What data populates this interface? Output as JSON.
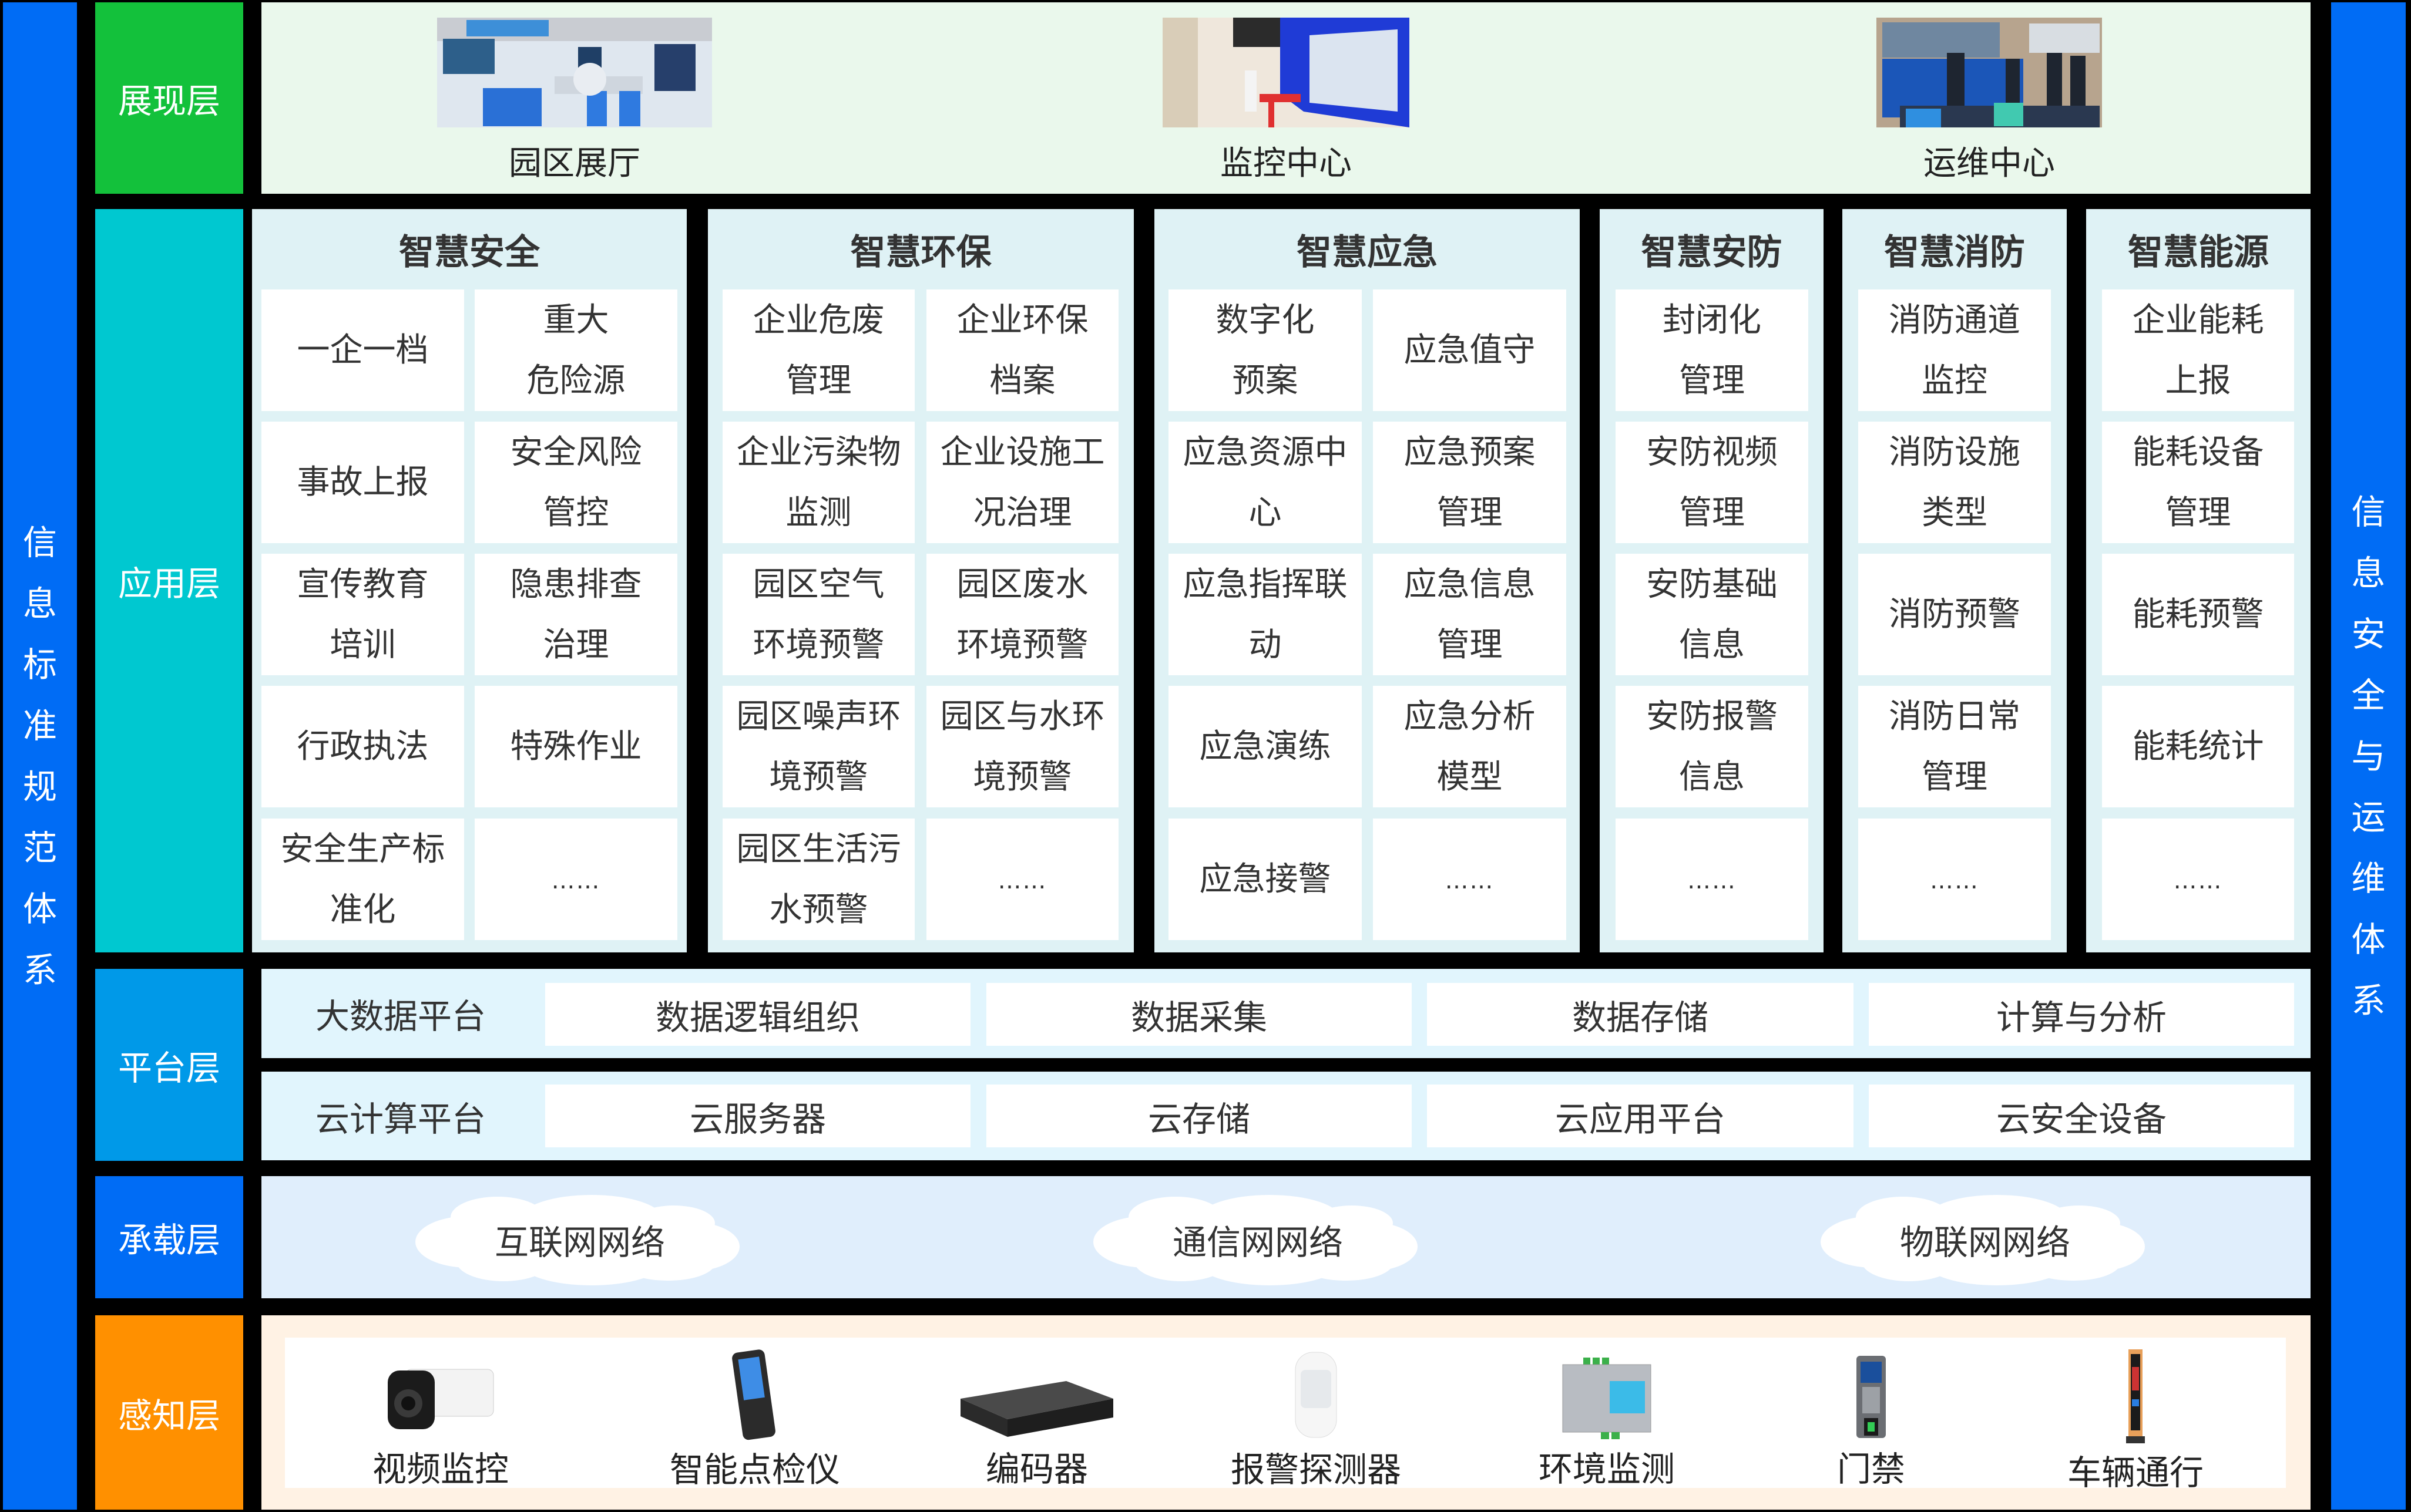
{
  "colors": {
    "side_bar": "#006CF5",
    "presentation_label": "#13C13B",
    "application_label": "#00C8D0",
    "platform_label": "#0099E8",
    "carrier_label": "#006CF5",
    "perception_label": "#FF9000",
    "presentation_bg": "#EAF8EC",
    "application_bg": "#DFF2F5",
    "platform_bg": "#E1F5FD",
    "carrier_bg": "#E0EEFC",
    "perception_bg": "#FFF2E4"
  },
  "left_bar": {
    "chars": [
      "信",
      "息",
      "标",
      "准",
      "规",
      "范",
      "体",
      "系"
    ],
    "text": "信息标准规范体系"
  },
  "right_bar": {
    "chars": [
      "信",
      "息",
      "安",
      "全",
      "与",
      "运",
      "维",
      "体",
      "系"
    ],
    "text": "信息安全与运维体系"
  },
  "layers": {
    "presentation": {
      "label": "展现层",
      "items": [
        {
          "label": "园区展厅",
          "image": "exhibition-hall-photo"
        },
        {
          "label": "监控中心",
          "image": "monitoring-center-photo"
        },
        {
          "label": "运维中心",
          "image": "operations-center-photo"
        }
      ]
    },
    "application": {
      "label": "应用层",
      "columns": [
        {
          "title": "智慧安全",
          "cells": [
            "一企一档",
            "重大危险源",
            "事故上报",
            "安全风险管控",
            "宣传教育培训",
            "隐患排查治理",
            "行政执法",
            "特殊作业",
            "安全生产标准化",
            "……"
          ]
        },
        {
          "title": "智慧环保",
          "cells": [
            "企业危废管理",
            "企业环保档案",
            "企业污染物监测",
            "企业设施工况治理",
            "园区空气环境预警",
            "园区废水环境预警",
            "园区噪声环境预警",
            "园区与水环境预警",
            "园区生活污水预警",
            "……"
          ]
        },
        {
          "title": "智慧应急",
          "cells": [
            "数字化预案",
            "应急值守",
            "应急资源中心",
            "应急预案管理",
            "应急指挥联动",
            "应急信息管理",
            "应急演练",
            "应急分析模型",
            "应急接警",
            "……"
          ]
        },
        {
          "title": "智慧安防",
          "cells": [
            "封闭化管理",
            "安防视频管理",
            "安防基础信息",
            "安防报警信息",
            "……"
          ]
        },
        {
          "title": "智慧消防",
          "cells": [
            "消防通道监控",
            "消防设施类型",
            "消防预警",
            "消防日常管理",
            "……"
          ]
        },
        {
          "title": "智慧能源",
          "cells": [
            "企业能耗上报",
            "能耗设备管理",
            "能耗预警",
            "能耗统计",
            "……"
          ]
        }
      ],
      "cell_lines": {
        "0": [
          [
            "一企一档"
          ],
          [
            "重大",
            "危险源"
          ],
          [
            "事故上报"
          ],
          [
            "安全风险",
            "管控"
          ],
          [
            "宣传教育",
            "培训"
          ],
          [
            "隐患排查",
            "治理"
          ],
          [
            "行政执法"
          ],
          [
            "特殊作业"
          ],
          [
            "安全生产标",
            "准化"
          ],
          [
            "……"
          ]
        ],
        "1": [
          [
            "企业危废",
            "管理"
          ],
          [
            "企业环保",
            "档案"
          ],
          [
            "企业污染物",
            "监测"
          ],
          [
            "企业设施工",
            "况治理"
          ],
          [
            "园区空气",
            "环境预警"
          ],
          [
            "园区废水",
            "环境预警"
          ],
          [
            "园区噪声环",
            "境预警"
          ],
          [
            "园区与水环",
            "境预警"
          ],
          [
            "园区生活污",
            "水预警"
          ],
          [
            "……"
          ]
        ],
        "2": [
          [
            "数字化",
            "预案"
          ],
          [
            "应急值守"
          ],
          [
            "应急资源中",
            "心"
          ],
          [
            "应急预案",
            "管理"
          ],
          [
            "应急指挥联",
            "动"
          ],
          [
            "应急信息",
            "管理"
          ],
          [
            "应急演练"
          ],
          [
            "应急分析",
            "模型"
          ],
          [
            "应急接警"
          ],
          [
            "……"
          ]
        ],
        "3": [
          [
            "封闭化",
            "管理"
          ],
          [
            "安防视频",
            "管理"
          ],
          [
            "安防基础",
            "信息"
          ],
          [
            "安防报警",
            "信息"
          ],
          [
            "……"
          ]
        ],
        "4": [
          [
            "消防通道",
            "监控"
          ],
          [
            "消防设施",
            "类型"
          ],
          [
            "消防预警"
          ],
          [
            "消防日常",
            "管理"
          ],
          [
            "……"
          ]
        ],
        "5": [
          [
            "企业能耗",
            "上报"
          ],
          [
            "能耗设备",
            "管理"
          ],
          [
            "能耗预警"
          ],
          [
            "能耗统计"
          ],
          [
            "……"
          ]
        ]
      }
    },
    "platform": {
      "label": "平台层",
      "rows": [
        {
          "label": "大数据平台",
          "cells": [
            "数据逻辑组织",
            "数据采集",
            "数据存储",
            "计算与分析"
          ]
        },
        {
          "label": "云计算平台",
          "cells": [
            "云服务器",
            "云存储",
            "云应用平台",
            "云安全设备"
          ]
        }
      ]
    },
    "carrier": {
      "label": "承载层",
      "networks": [
        "互联网网络",
        "通信网网络",
        "物联网网络"
      ]
    },
    "perception": {
      "label": "感知层",
      "devices": [
        {
          "label": "视频监控",
          "icon": "camera-icon"
        },
        {
          "label": "智能点检仪",
          "icon": "handheld-terminal-icon"
        },
        {
          "label": "编码器",
          "icon": "encoder-icon"
        },
        {
          "label": "报警探测器",
          "icon": "alarm-detector-icon"
        },
        {
          "label": "环境监测",
          "icon": "environment-monitor-icon"
        },
        {
          "label": "门禁",
          "icon": "access-control-icon"
        },
        {
          "label": "车辆通行",
          "icon": "vehicle-gate-icon"
        }
      ]
    }
  }
}
